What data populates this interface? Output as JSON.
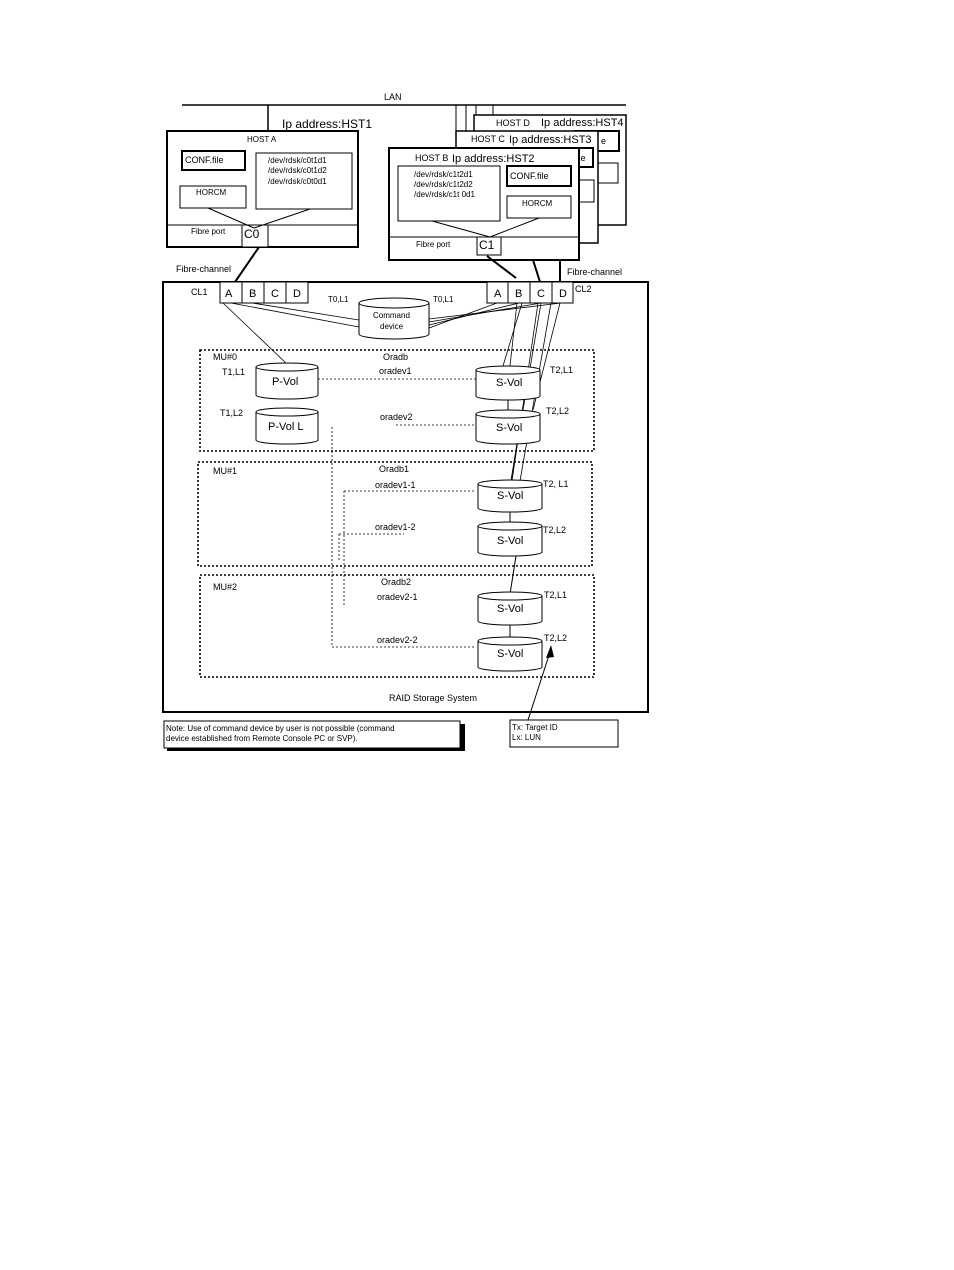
{
  "lan_label": "LAN",
  "hosts": {
    "host_a": {
      "title": "HOST A",
      "ip": "Ip address:HST1",
      "conf_file": "CONF.file",
      "horcm": "HORCM",
      "devices": [
        "/dev/rdsk/c0t1d1",
        "/dev/rdsk/c0t1d2",
        "/dev/rdsk/c0t0d1"
      ],
      "fibre_port": "Fibre port",
      "port_id": "C0"
    },
    "host_b": {
      "title": "HOST B",
      "ip": "Ip address:HST2",
      "conf_file": "CONF.file",
      "horcm": "HORCM",
      "devices": [
        "/dev/rdsk/c1t2d1",
        "/dev/rdsk/c1t2d2",
        "/dev/rdsk/c1t 0d1"
      ],
      "fibre_port": "Fibre port",
      "port_id": "C1"
    },
    "host_c": {
      "title": "HOST C",
      "ip": "Ip address:HST3",
      "file_fragment": "file"
    },
    "host_d": {
      "title": "HOST D",
      "ip": "Ip address:HST4",
      "file_fragment": "e"
    }
  },
  "fibre_channel_left": "Fibre-channel",
  "fibre_channel_right": "Fibre-channel",
  "storage": {
    "cl1": "CL1",
    "cl2": "CL2",
    "ports_left": [
      "A",
      "B",
      "C",
      "D"
    ],
    "ports_right": [
      "A",
      "B",
      "C",
      "D"
    ],
    "t0l1_left": "T0,L1",
    "t0l1_right": "T0,L1",
    "command_device": [
      "Command",
      "device"
    ],
    "title": "RAID Storage System"
  },
  "groups": {
    "mu0": {
      "mu": "MU#0",
      "name": "Oradb",
      "pvol1_label": "T1,L1",
      "pvol1": "P-Vol",
      "pvol2_label": "T1,L2",
      "pvol2": "P-Vol L",
      "dev1": "oradev1",
      "dev2": "oradev2",
      "svol1": "S-Vol",
      "svol1_label": "T2,L1",
      "svol2": "S-Vol",
      "svol2_label": "T2,L2"
    },
    "mu1": {
      "mu": "MU#1",
      "name": "Oradb1",
      "dev1": "oradev1-1",
      "dev2": "oradev1-2",
      "svol1": "S-Vol",
      "svol1_label": "T2, L1",
      "svol2": "S-Vol",
      "svol2_label": "T2,L2"
    },
    "mu2": {
      "mu": "MU#2",
      "name": "Oradb2",
      "dev1": "oradev2-1",
      "dev2": "oradev2-2",
      "svol1": "S-Vol",
      "svol1_label": "T2,L1",
      "svol2": "S-Vol",
      "svol2_label": "T2,L2"
    }
  },
  "note": [
    "Note: Use of command device by user is not possible (command",
    "device established from Remote Console PC or SVP)."
  ],
  "legend": [
    "Tx: Target ID",
    "Lx: LUN"
  ]
}
